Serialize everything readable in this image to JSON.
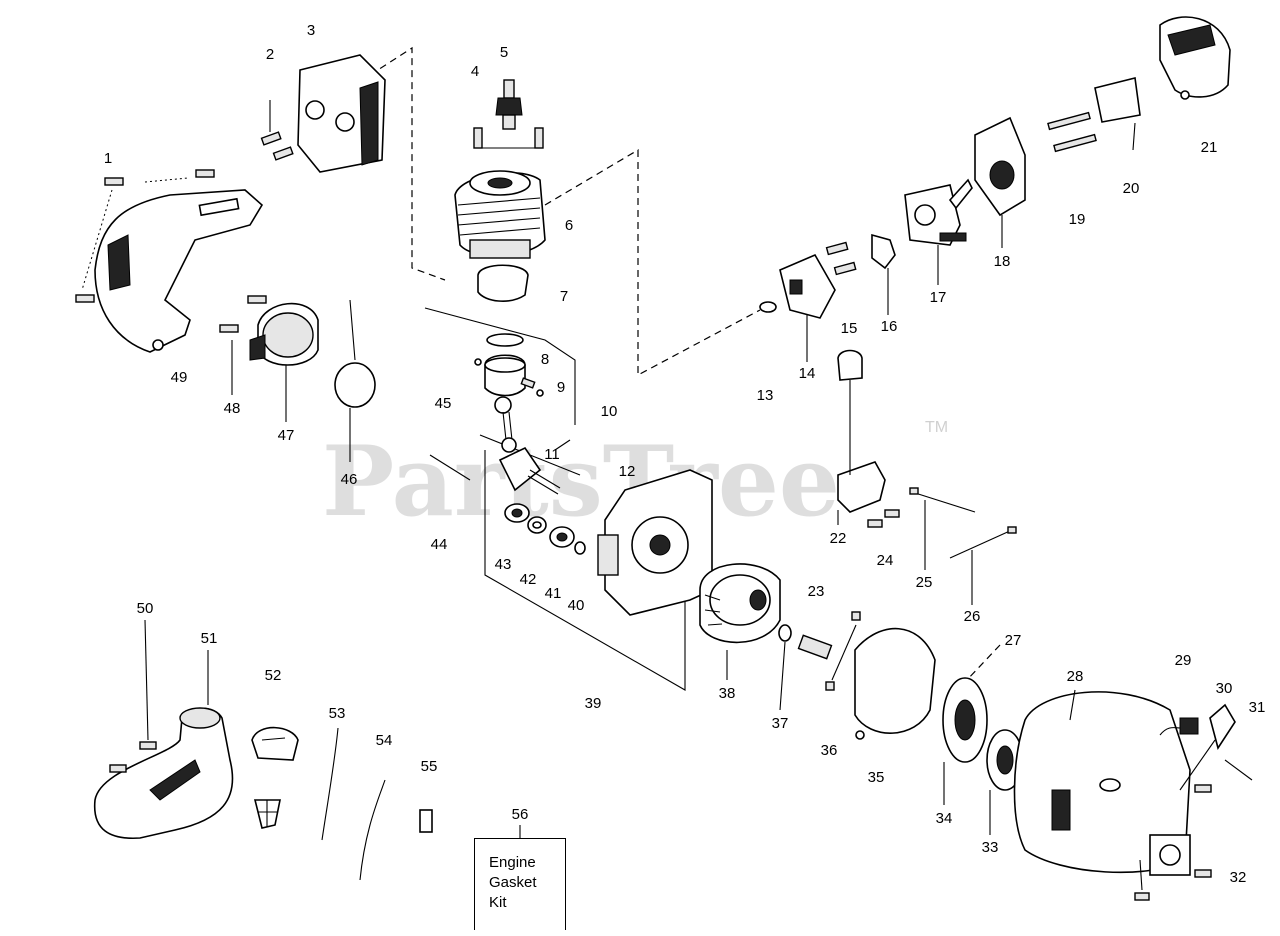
{
  "watermark": {
    "text": "PartsTree",
    "trademark": "TM"
  },
  "kit_box": {
    "label_lines": [
      "Engine",
      "Gasket",
      "Kit"
    ]
  },
  "callouts": [
    {
      "id": "c1",
      "text": "1"
    },
    {
      "id": "c2",
      "text": "2"
    },
    {
      "id": "c3",
      "text": "3"
    },
    {
      "id": "c4",
      "text": "4"
    },
    {
      "id": "c5",
      "text": "5"
    },
    {
      "id": "c6",
      "text": "6"
    },
    {
      "id": "c7",
      "text": "7"
    },
    {
      "id": "c8",
      "text": "8"
    },
    {
      "id": "c9",
      "text": "9"
    },
    {
      "id": "c10",
      "text": "10"
    },
    {
      "id": "c11",
      "text": "11"
    },
    {
      "id": "c12",
      "text": "12"
    },
    {
      "id": "c13",
      "text": "13"
    },
    {
      "id": "c14",
      "text": "14"
    },
    {
      "id": "c15",
      "text": "15"
    },
    {
      "id": "c16",
      "text": "16"
    },
    {
      "id": "c17",
      "text": "17"
    },
    {
      "id": "c18",
      "text": "18"
    },
    {
      "id": "c19",
      "text": "19"
    },
    {
      "id": "c20",
      "text": "20"
    },
    {
      "id": "c21",
      "text": "21"
    },
    {
      "id": "c22",
      "text": "22"
    },
    {
      "id": "c23",
      "text": "23"
    },
    {
      "id": "c24",
      "text": "24"
    },
    {
      "id": "c25",
      "text": "25"
    },
    {
      "id": "c26",
      "text": "26"
    },
    {
      "id": "c27",
      "text": "27"
    },
    {
      "id": "c28",
      "text": "28"
    },
    {
      "id": "c29",
      "text": "29"
    },
    {
      "id": "c30",
      "text": "30"
    },
    {
      "id": "c31",
      "text": "31"
    },
    {
      "id": "c32",
      "text": "32"
    },
    {
      "id": "c33",
      "text": "33"
    },
    {
      "id": "c34",
      "text": "34"
    },
    {
      "id": "c35",
      "text": "35"
    },
    {
      "id": "c36",
      "text": "36"
    },
    {
      "id": "c37",
      "text": "37"
    },
    {
      "id": "c38",
      "text": "38"
    },
    {
      "id": "c39",
      "text": "39"
    },
    {
      "id": "c40",
      "text": "40"
    },
    {
      "id": "c41",
      "text": "41"
    },
    {
      "id": "c42",
      "text": "42"
    },
    {
      "id": "c43",
      "text": "43"
    },
    {
      "id": "c44",
      "text": "44"
    },
    {
      "id": "c45",
      "text": "45"
    },
    {
      "id": "c46",
      "text": "46"
    },
    {
      "id": "c47",
      "text": "47"
    },
    {
      "id": "c48",
      "text": "48"
    },
    {
      "id": "c49",
      "text": "49"
    },
    {
      "id": "c50",
      "text": "50"
    },
    {
      "id": "c51",
      "text": "51"
    },
    {
      "id": "c52",
      "text": "52"
    },
    {
      "id": "c53",
      "text": "53"
    },
    {
      "id": "c54",
      "text": "54"
    },
    {
      "id": "c55",
      "text": "55"
    },
    {
      "id": "c56",
      "text": "56"
    }
  ]
}
